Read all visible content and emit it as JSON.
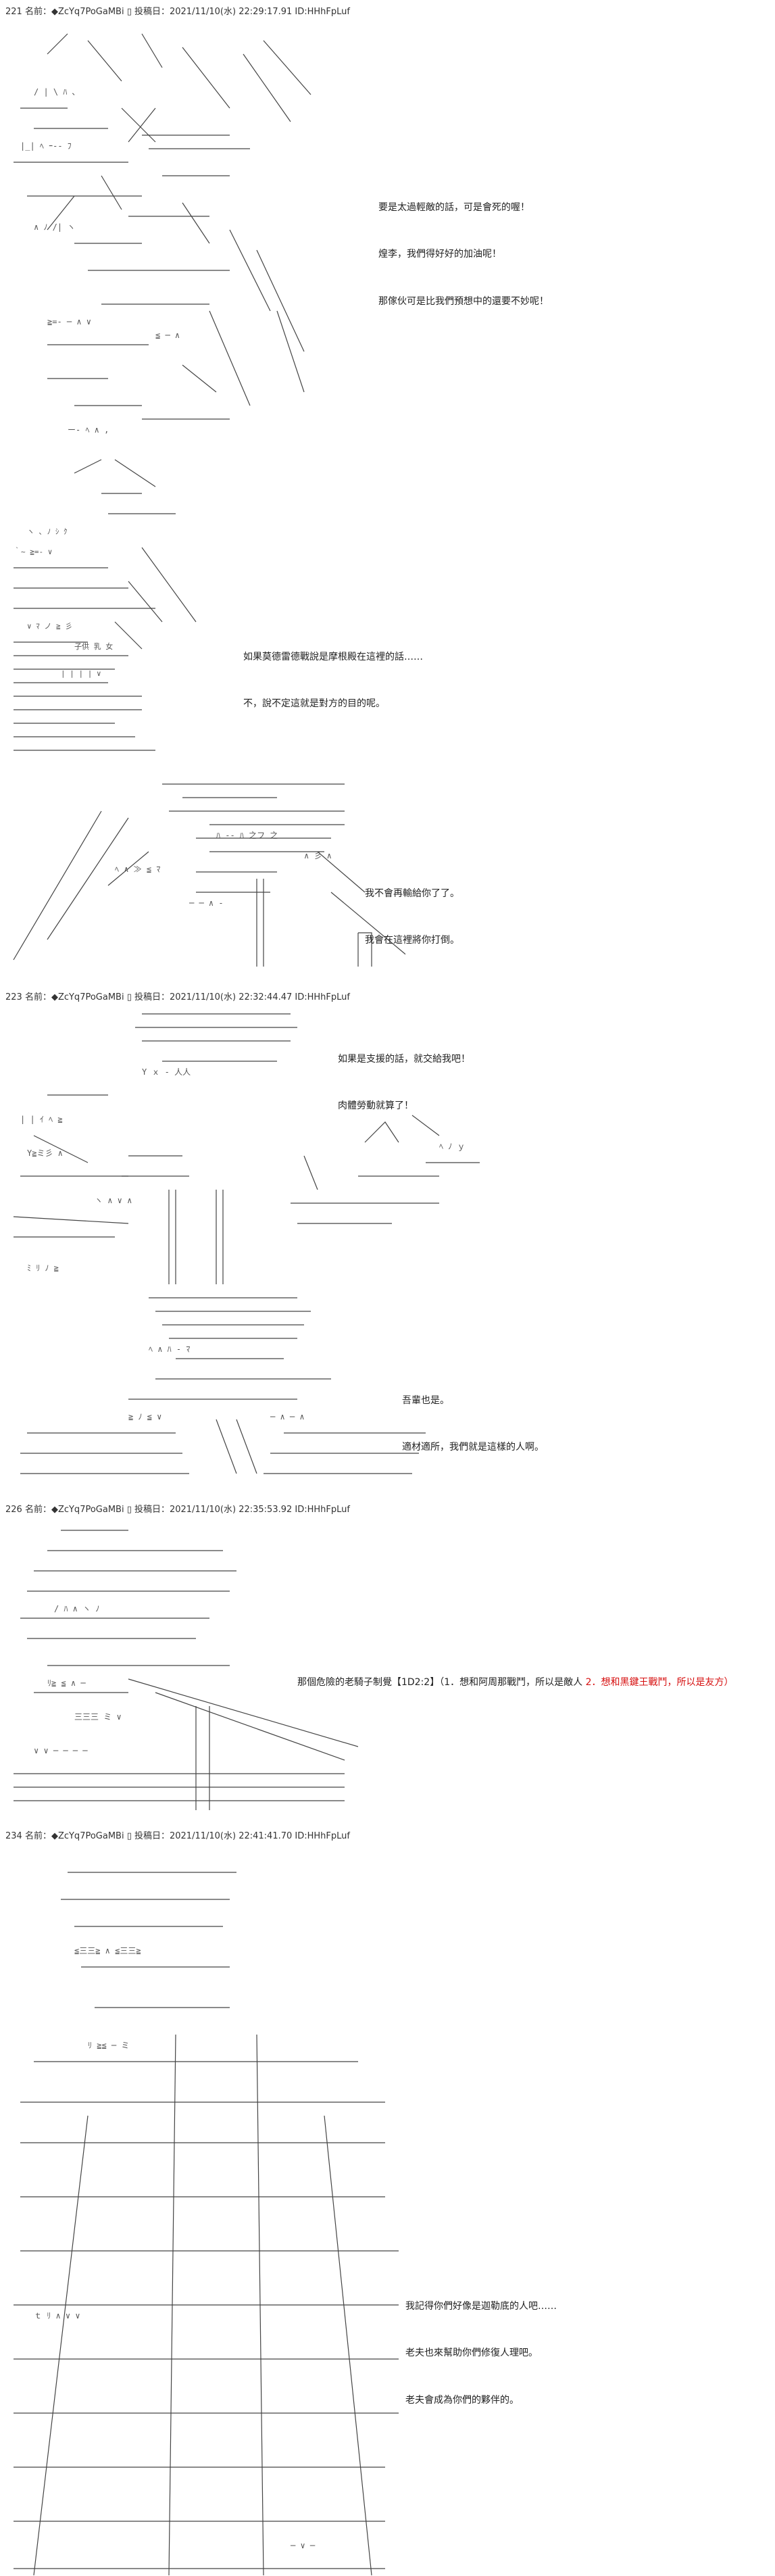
{
  "posts": [
    {
      "header": "221 名前：◆ZcYq7PoGaMBi ▯ 投稿日：2021/11/10(水) 22:29:17.91 ID:HHhFpLuf"
    },
    {
      "header": "223 名前：◆ZcYq7PoGaMBi ▯ 投稿日：2021/11/10(水) 22:32:44.47 ID:HHhFpLuf"
    },
    {
      "header": "226 名前：◆ZcYq7PoGaMBi ▯ 投稿日：2021/11/10(水) 22:35:53.92 ID:HHhFpLuf"
    },
    {
      "header": "234 名前：◆ZcYq7PoGaMBi ▯ 投稿日：2021/11/10(水) 22:41:41.70 ID:HHhFpLuf"
    }
  ],
  "panels": [
    {
      "lines": [
        "要是太過輕敵的話，可是會死的喔！",
        "煌李，我們得好好的加油呢！",
        "那傢伙可是比我們預想中的還要不妙呢！"
      ]
    },
    {
      "lines": [
        "如果莫德雷德戰說是摩根殿在這裡的話……",
        "不，說不定這就是對方的目的呢。"
      ]
    },
    {
      "lines": [
        "我不會再輸給你了了。",
        "我會在這裡將你打倒。"
      ]
    },
    {
      "lines": [
        "如果是支援的話，就交給我吧！",
        "肉體勞動就算了！"
      ]
    },
    {
      "lines": [
        "吾輩也是。",
        "適材適所，我們就是這樣的人啊。"
      ]
    },
    {
      "line_a": "那個危險的老騎子制覺【1D2:2】（1．想和阿周那戰鬥，所以是敵人 ",
      "line_b": "2．想和黑鍵王戰鬥，所以是友方）"
    },
    {
      "lines": [
        "我記得你們好像是迦勒底的人吧……",
        "老夫也來幫助你們修復人理吧。",
        "老夫會成為你們的夥伴的。"
      ]
    }
  ]
}
